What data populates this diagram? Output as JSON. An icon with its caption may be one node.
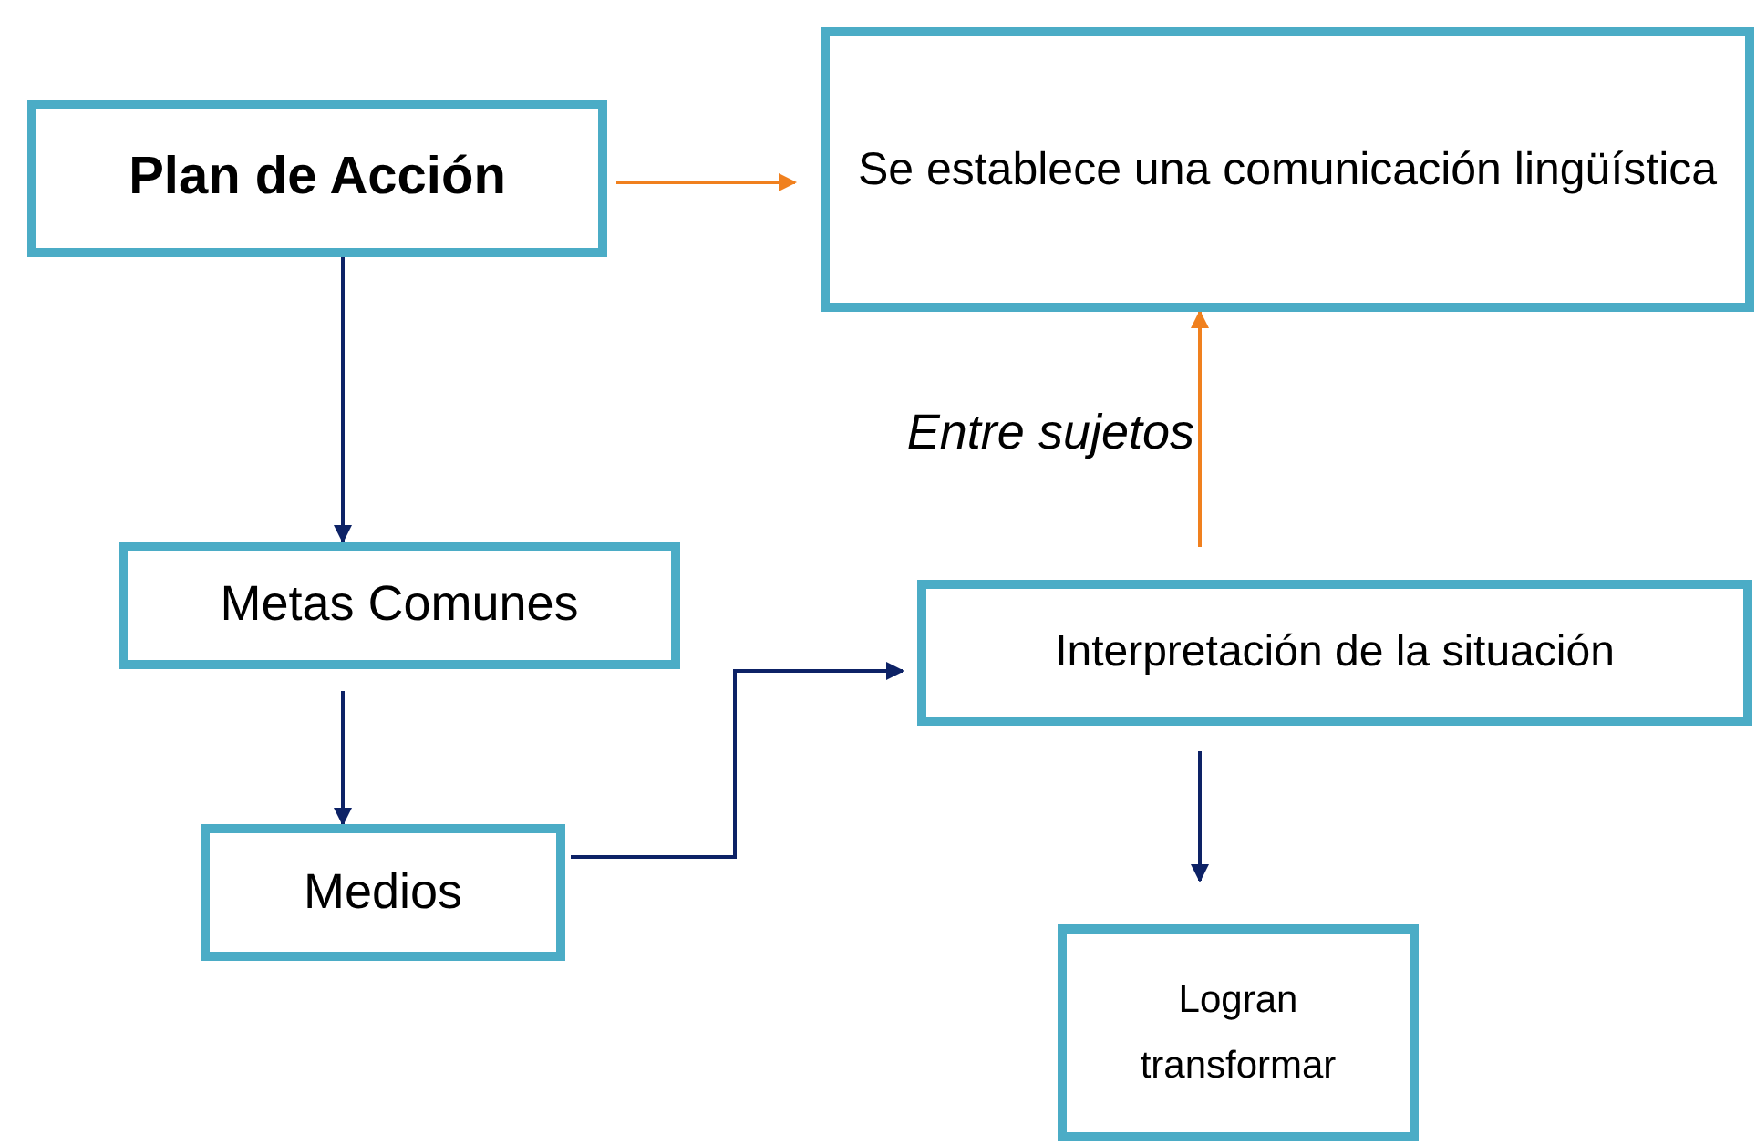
{
  "diagram": {
    "nodes": [
      {
        "text": [
          "Plan de Acción"
        ]
      },
      {
        "text": [
          "Se establece una comunicación lingüística"
        ]
      },
      {
        "text": [
          "Metas Comunes"
        ]
      },
      {
        "text": [
          "Medios"
        ]
      },
      {
        "text": [
          "Interpretación de la situación"
        ]
      },
      {
        "text": [
          "Logran transformar"
        ]
      }
    ],
    "edges": [
      {
        "from": 0,
        "to": 1,
        "arrow": "to",
        "color": "#f0801e"
      },
      {
        "from": 0,
        "to": 2,
        "arrow": "to"
      },
      {
        "from": 2,
        "to": 3,
        "arrow": "to"
      },
      {
        "from": 3,
        "to": 4,
        "arrow": "to"
      },
      {
        "from": 4,
        "to": 1,
        "arrow": "to",
        "label": "Entre sujetos",
        "color": "#f0801e"
      },
      {
        "from": 4,
        "to": 5,
        "arrow": "to"
      }
    ]
  }
}
